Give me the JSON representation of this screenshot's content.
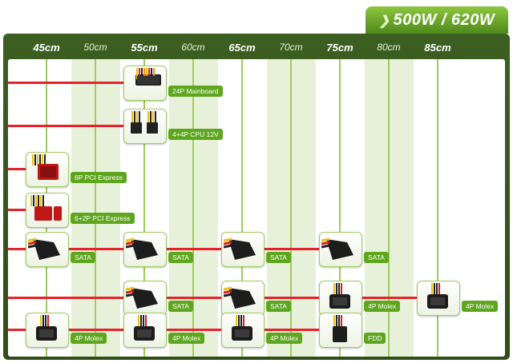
{
  "banner": {
    "text": "500W / 620W"
  },
  "lengths": [
    {
      "label": "45cm",
      "major": true
    },
    {
      "label": "50cm",
      "major": false
    },
    {
      "label": "55cm",
      "major": true
    },
    {
      "label": "60cm",
      "major": false
    },
    {
      "label": "65cm",
      "major": true
    },
    {
      "label": "70cm",
      "major": false
    },
    {
      "label": "75cm",
      "major": true
    },
    {
      "label": "80cm",
      "major": false
    },
    {
      "label": "85cm",
      "major": true
    }
  ],
  "cables": [
    {
      "reach": "55cm",
      "connectors": [
        {
          "at": "55cm",
          "label": "24P  Mainboard",
          "type": "atx24"
        }
      ]
    },
    {
      "reach": "55cm",
      "connectors": [
        {
          "at": "55cm",
          "label": "4+4P CPU 12V",
          "type": "cpu8"
        }
      ]
    },
    {
      "reach": "45cm",
      "connectors": [
        {
          "at": "45cm",
          "label": "6P PCI Express",
          "type": "pcie6"
        }
      ]
    },
    {
      "reach": "45cm",
      "connectors": [
        {
          "at": "45cm",
          "label": "6+2P PCI Express",
          "type": "pcie8"
        }
      ]
    },
    {
      "reach": "75cm",
      "connectors": [
        {
          "at": "45cm",
          "label": "SATA",
          "type": "sata"
        },
        {
          "at": "55cm",
          "label": "SATA",
          "type": "sata"
        },
        {
          "at": "65cm",
          "label": "SATA",
          "type": "sata"
        },
        {
          "at": "75cm",
          "label": "SATA",
          "type": "sata"
        }
      ]
    },
    {
      "reach": "85cm",
      "connectors": [
        {
          "at": "55cm",
          "label": "SATA",
          "type": "sata"
        },
        {
          "at": "65cm",
          "label": "SATA",
          "type": "sata"
        },
        {
          "at": "75cm",
          "label": "4P Molex",
          "type": "molex"
        },
        {
          "at": "85cm",
          "label": "4P Molex",
          "type": "molex"
        }
      ]
    },
    {
      "reach": "75cm",
      "connectors": [
        {
          "at": "45cm",
          "label": "4P Molex",
          "type": "molex"
        },
        {
          "at": "55cm",
          "label": "4P Molex",
          "type": "molex"
        },
        {
          "at": "65cm",
          "label": "4P Molex",
          "type": "molex"
        },
        {
          "at": "75cm",
          "label": "FDD",
          "type": "fdd"
        }
      ]
    }
  ],
  "colors": {
    "cable": "#e4232b",
    "label_bg": "#5ea61e",
    "frame": "#35561c",
    "banner": "#6fb02a"
  }
}
